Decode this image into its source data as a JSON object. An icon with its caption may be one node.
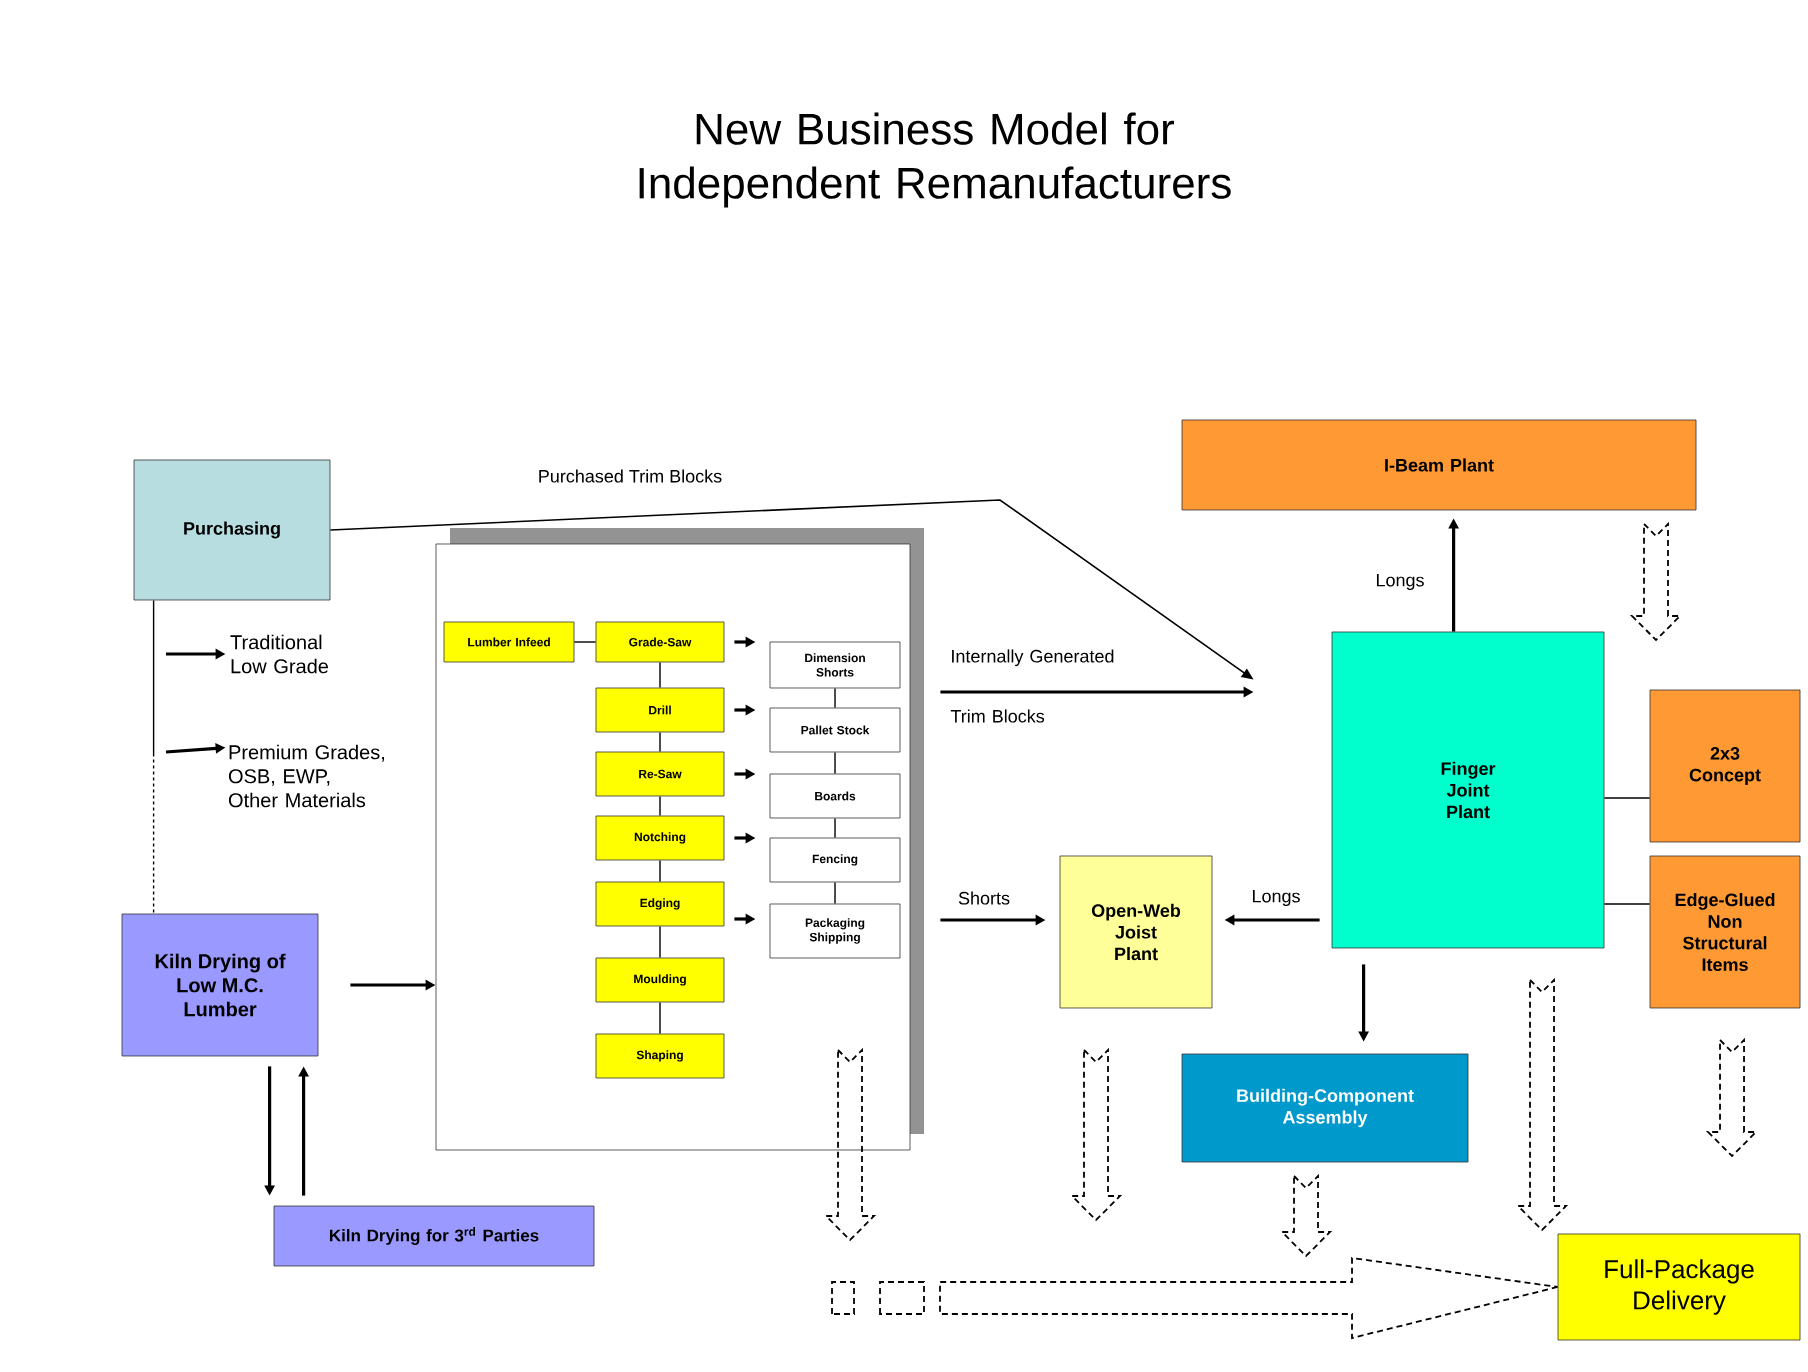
{
  "diagram": {
    "title": "New Business Model for Independent Remanufacturers",
    "nodes": [
      {
        "text": [
          "Purchasing"
        ]
      },
      {
        "text": [],
        "shape": "box"
      },
      {
        "text": [
          "Lumber Infeed"
        ],
        "in": 1
      },
      {
        "text": [
          "Grade-Saw"
        ],
        "in": 1
      },
      {
        "text": [
          "Drill"
        ],
        "in": 1
      },
      {
        "text": [
          "Re-Saw"
        ],
        "in": 1
      },
      {
        "text": [
          "Notching"
        ],
        "in": 1
      },
      {
        "text": [
          "Edging"
        ],
        "in": 1
      },
      {
        "text": [
          "Moulding"
        ],
        "in": 1
      },
      {
        "text": [
          "Shaping"
        ],
        "in": 1
      },
      {
        "text": [
          "Dimension Shorts"
        ],
        "in": 1
      },
      {
        "text": [
          "Pallet Stock"
        ],
        "in": 1
      },
      {
        "text": [
          "Boards"
        ],
        "in": 1
      },
      {
        "text": [
          "Fencing"
        ],
        "in": 1
      },
      {
        "text": [
          "Packaging Shipping"
        ],
        "in": 1
      },
      {
        "text": [
          "Kiln Drying of Low M.C. Lumber"
        ]
      },
      {
        "text": [
          "Kiln Drying for 3$^{rd}$ Parties"
        ]
      },
      {
        "text": [
          "I-Beam Plant"
        ]
      },
      {
        "text": [
          "Finger Joint Plant"
        ]
      },
      {
        "text": [
          "2x3 Concept"
        ]
      },
      {
        "text": [
          "Edge-Glued Non Structural Items"
        ]
      },
      {
        "text": [
          "Open-Web Joist Plant"
        ]
      },
      {
        "text": [
          "Building-Component Assembly"
        ]
      },
      {
        "text": [
          "Full-Package Delivery"
        ]
      },
      {
        "text": [
          "Traditional Low Grade"
        ]
      },
      {
        "text": [
          "Premium Grades, OSB, EWP, Other Materials"
        ]
      }
    ],
    "edges": [
      {
        "from": 0,
        "to": 18,
        "arrow": "to",
        "label": "Purchased Trim Blocks"
      },
      {
        "from": 0,
        "to": 15,
        "arrow": "none",
        "style": "dashed"
      },
      {
        "from": null,
        "to": 24,
        "arrow": "to"
      },
      {
        "from": null,
        "to": 25,
        "arrow": "to"
      },
      {
        "from": 15,
        "to": 1,
        "arrow": "to"
      },
      {
        "from": 15,
        "to": 16,
        "arrow": "to"
      },
      {
        "from": 16,
        "to": 15,
        "arrow": "to"
      },
      {
        "from": 2,
        "to": 3,
        "arrow": "none"
      },
      {
        "from": 3,
        "to": 4,
        "arrow": "none"
      },
      {
        "from": 4,
        "to": 5,
        "arrow": "none"
      },
      {
        "from": 5,
        "to": 6,
        "arrow": "none"
      },
      {
        "from": 6,
        "to": 7,
        "arrow": "none"
      },
      {
        "from": 7,
        "to": 8,
        "arrow": "none"
      },
      {
        "from": 8,
        "to": 9,
        "arrow": "none"
      },
      {
        "from": 10,
        "to": 11,
        "arrow": "none"
      },
      {
        "from": 11,
        "to": 12,
        "arrow": "none"
      },
      {
        "from": 12,
        "to": 13,
        "arrow": "none"
      },
      {
        "from": 13,
        "to": 14,
        "arrow": "none"
      },
      {
        "from": 3,
        "to": 10,
        "arrow": "to"
      },
      {
        "from": 4,
        "to": 11,
        "arrow": "to"
      },
      {
        "from": 5,
        "to": 12,
        "arrow": "to"
      },
      {
        "from": 6,
        "to": 13,
        "arrow": "to"
      },
      {
        "from": 7,
        "to": 14,
        "arrow": "to"
      },
      {
        "from": 1,
        "to": 18,
        "arrow": "to",
        "label": "Internally Generated Trim Blocks"
      },
      {
        "from": 1,
        "to": 21,
        "arrow": "to",
        "label": "Shorts"
      },
      {
        "from": 18,
        "to": 21,
        "arrow": "to",
        "label": "Longs"
      },
      {
        "from": 18,
        "to": 17,
        "arrow": "to",
        "label": "Longs"
      },
      {
        "from": 18,
        "to": 19,
        "arrow": "none"
      },
      {
        "from": 18,
        "to": 20,
        "arrow": "none"
      },
      {
        "from": 18,
        "to": 22,
        "arrow": "to"
      },
      {
        "from": 1,
        "to": null,
        "arrow": "to",
        "style": "dashed"
      },
      {
        "from": 21,
        "to": null,
        "arrow": "to",
        "style": "dashed"
      },
      {
        "from": 22,
        "to": null,
        "arrow": "to",
        "style": "dashed"
      },
      {
        "from": 18,
        "to": null,
        "arrow": "to",
        "style": "dashed"
      },
      {
        "from": 17,
        "to": null,
        "arrow": "to",
        "style": "dashed"
      },
      {
        "from": 20,
        "to": null,
        "arrow": "to",
        "style": "dashed"
      },
      {
        "from": null,
        "to": 23,
        "arrow": "to",
        "style": "dashed"
      }
    ]
  }
}
